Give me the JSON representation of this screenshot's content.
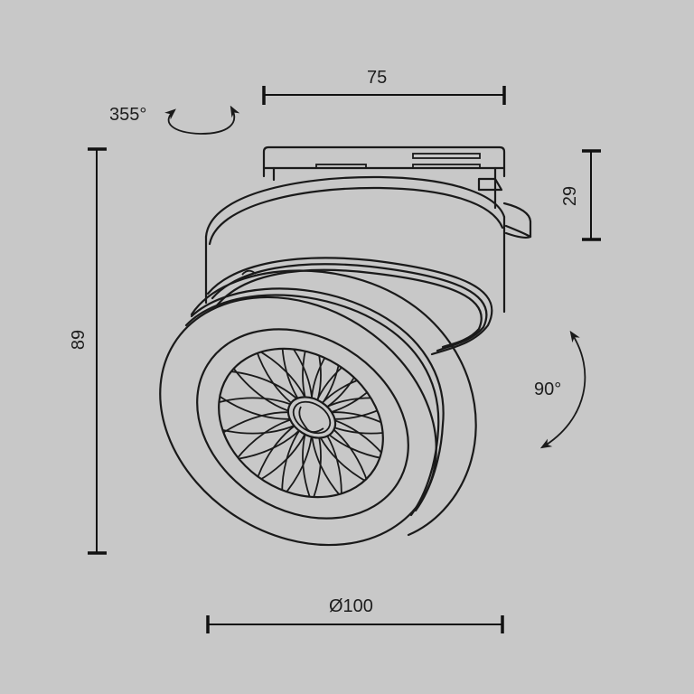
{
  "drawing": {
    "type": "technical dimension drawing",
    "subject": "track-mounted adjustable round spotlight",
    "background_color": "#c8c8c8",
    "line_color": "#1a1a1a"
  },
  "dimensions": {
    "width_top": {
      "value": "75",
      "orientation": "horizontal"
    },
    "height_mount": {
      "value": "29",
      "orientation": "vertical"
    },
    "height_total": {
      "value": "89",
      "orientation": "vertical"
    },
    "diameter": {
      "value": "Ø100",
      "orientation": "horizontal"
    }
  },
  "rotations": {
    "horizontal": {
      "value": "355°",
      "icon": "rotate-horizontal-arrow-icon"
    },
    "vertical": {
      "value": "90°",
      "icon": "tilt-arc-arrow-icon"
    }
  }
}
